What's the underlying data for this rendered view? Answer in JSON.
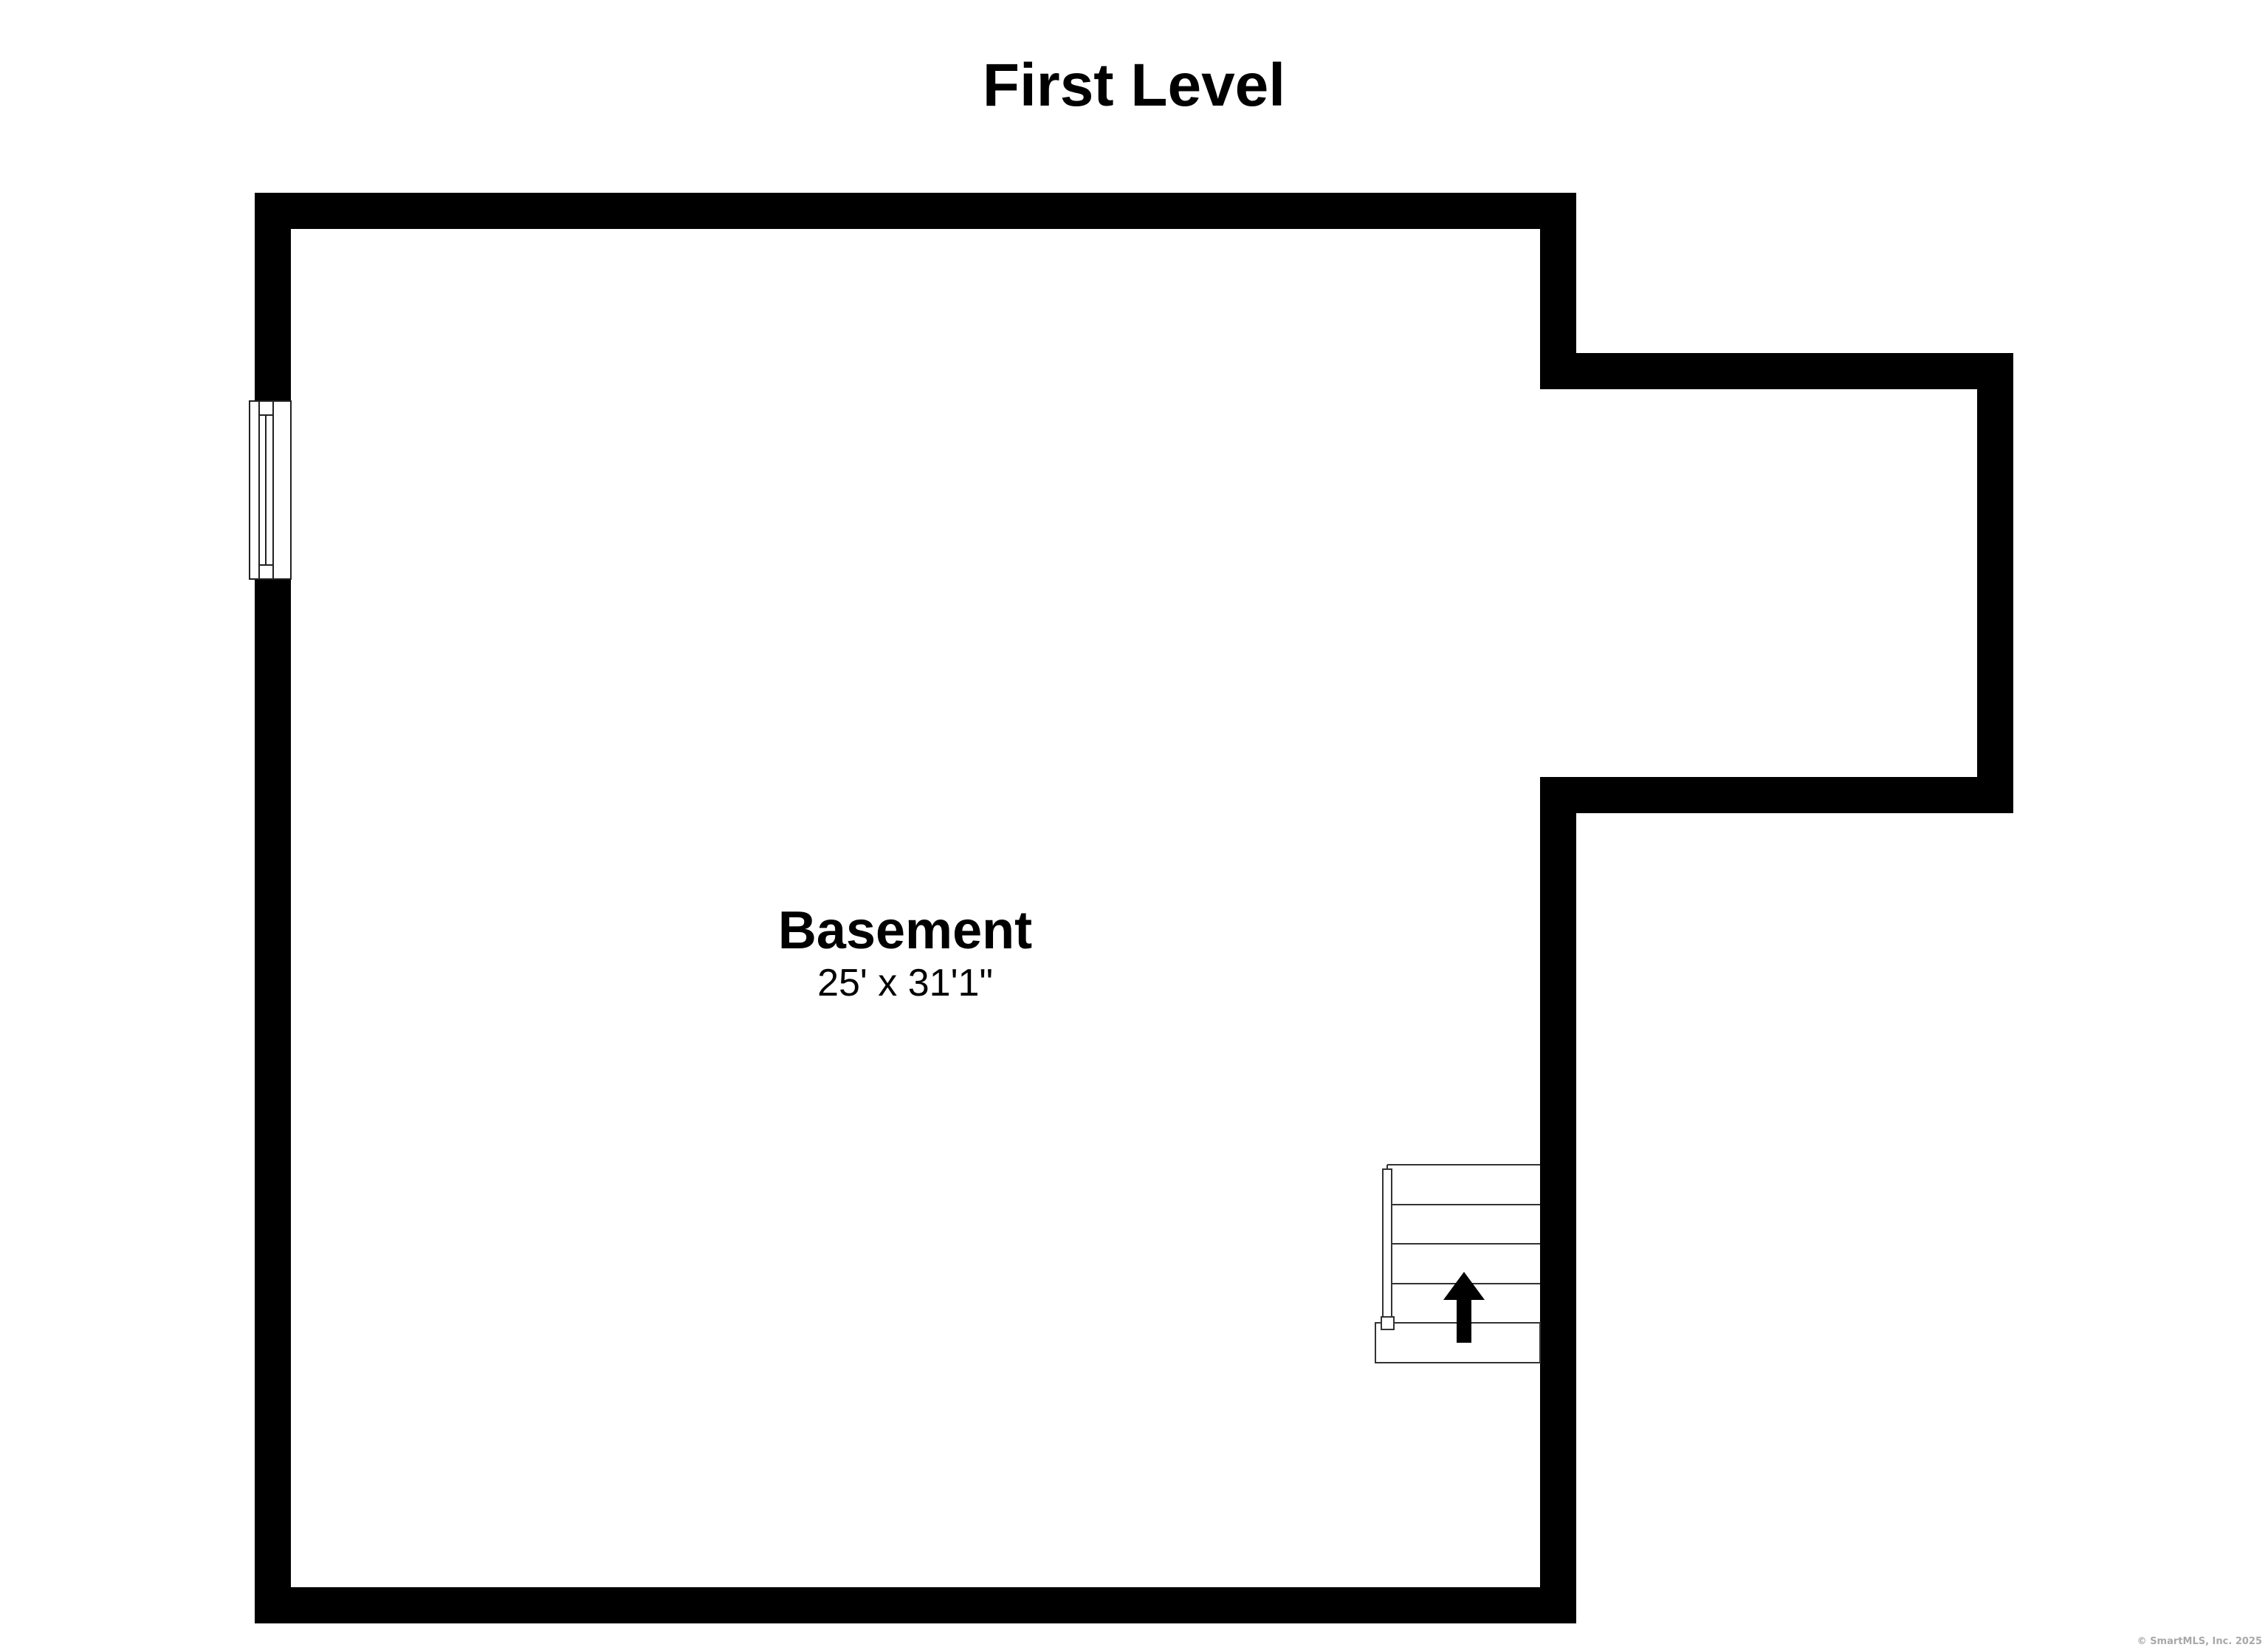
{
  "plan": {
    "title": "First Level",
    "rooms": [
      {
        "name": "Basement",
        "dimensions": "25' x 31'1\""
      }
    ],
    "stairs": {
      "direction": "up"
    },
    "copyright": "© SmartMLS, Inc.  2025"
  },
  "colors": {
    "wall": "#000000",
    "background": "#ffffff",
    "copyright": "#a8a8a8"
  }
}
